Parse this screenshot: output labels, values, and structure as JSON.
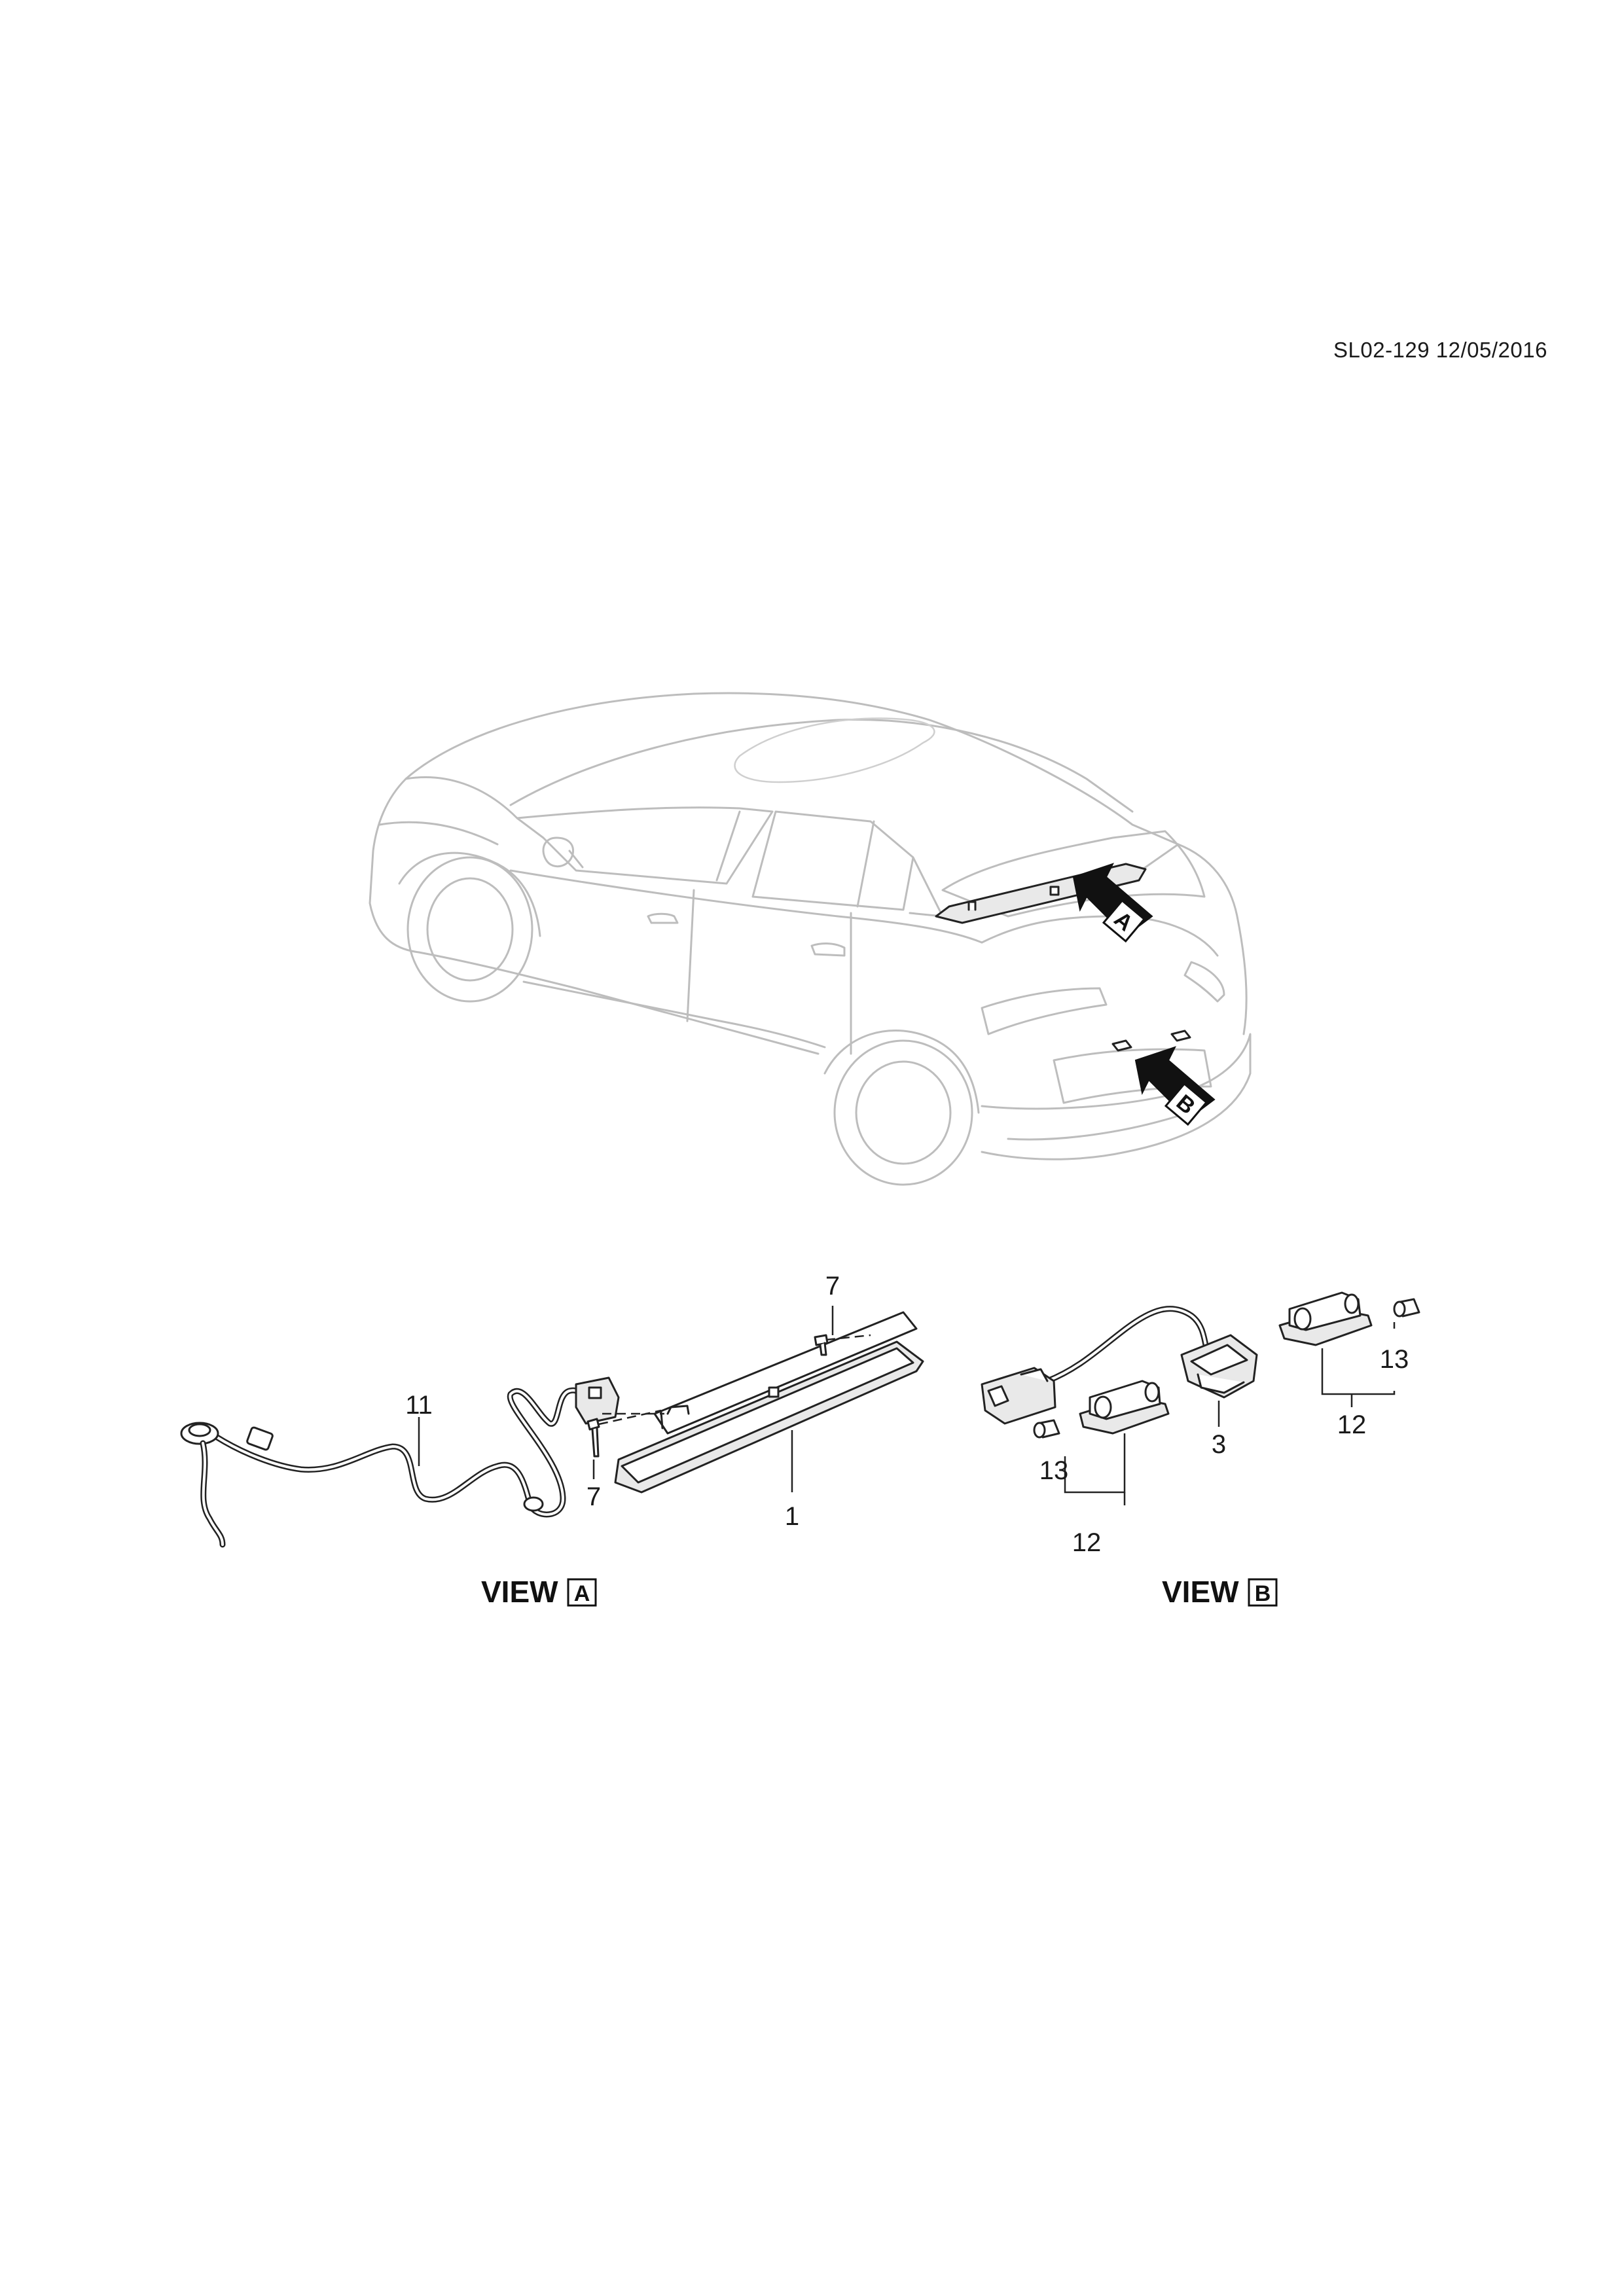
{
  "reference": "SL02-129 12/05/2016",
  "view_markers": {
    "a": "A",
    "b": "B"
  },
  "view_a": {
    "title_word": "VIEW",
    "title_letter": "A",
    "callouts": {
      "c7_top": "7",
      "c11": "11",
      "c7_bottom": "7",
      "c1": "1"
    }
  },
  "view_b": {
    "title_word": "VIEW",
    "title_letter": "B",
    "callouts": {
      "c13_right": "13",
      "c3": "3",
      "c12_right": "12",
      "c13_left": "13",
      "c12_left": "12"
    }
  }
}
